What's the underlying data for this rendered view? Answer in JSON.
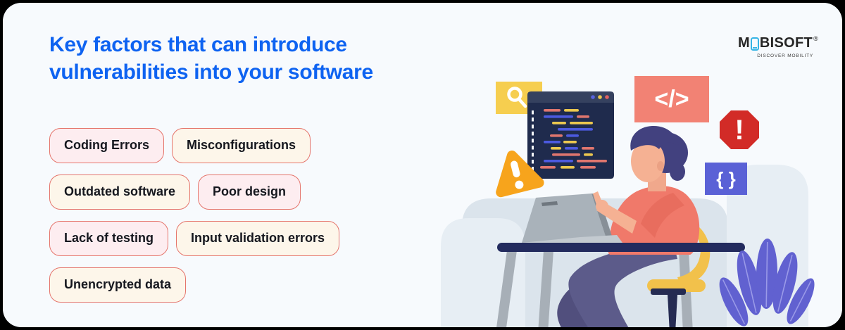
{
  "header": {
    "title_line1": "Key factors that can introduce",
    "title_line2": "vulnerabilities into your software"
  },
  "logo": {
    "brand_m": "M",
    "brand_rest": "BISOFT",
    "registered": "®",
    "tagline": "DISCOVER MOBILITY"
  },
  "factors": [
    {
      "label": "Coding Errors",
      "tone": "pink"
    },
    {
      "label": "Misconfigurations",
      "tone": "cream"
    },
    {
      "label": "Outdated software",
      "tone": "cream"
    },
    {
      "label": "Poor design",
      "tone": "pink"
    },
    {
      "label": "Lack of testing",
      "tone": "pink"
    },
    {
      "label": "Input validation errors",
      "tone": "cream"
    },
    {
      "label": "Unencrypted data",
      "tone": "cream"
    }
  ],
  "illustration": {
    "code_tag_symbol": "</>",
    "braces_symbol": "{ }",
    "stop_symbol": "!"
  },
  "colors": {
    "title_blue": "#0e63f1",
    "pill_border": "#e5756c",
    "pill_pink_bg": "#fdedf0",
    "pill_cream_bg": "#fdf6ea",
    "logo_phone_blue": "#35b4e5",
    "search_yellow": "#f6ce4f",
    "warning_orange": "#f7a41c",
    "alert_red": "#d22b27",
    "braces_indigo": "#5a61d6",
    "code_tag_salmon": "#f28274",
    "editor_navy": "#1f2b4d",
    "desk_navy": "#232b5e",
    "shirt_salmon": "#f0796a",
    "chair_yellow": "#f2c14b",
    "plant_purple": "#6161d0"
  }
}
